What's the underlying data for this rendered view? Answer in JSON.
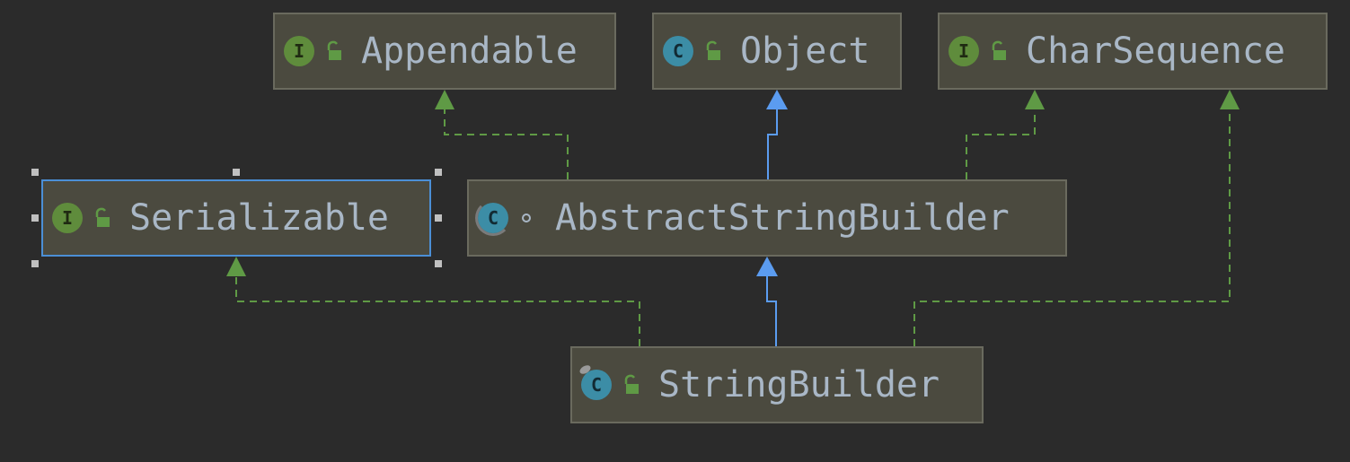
{
  "diagram": {
    "nodes": [
      {
        "id": "appendable",
        "label": "Appendable",
        "kind": "interface",
        "badge": "I",
        "visibility": "public-icon"
      },
      {
        "id": "object",
        "label": "Object",
        "kind": "class",
        "badge": "C",
        "visibility": "public-icon"
      },
      {
        "id": "charsequence",
        "label": "CharSequence",
        "kind": "interface",
        "badge": "I",
        "visibility": "public-icon"
      },
      {
        "id": "serializable",
        "label": "Serializable",
        "kind": "interface",
        "badge": "I",
        "visibility": "public-icon",
        "selected": true
      },
      {
        "id": "abstractstringbuilder",
        "label": "AbstractStringBuilder",
        "kind": "abstract-class",
        "badge": "C",
        "visibility": "package-private-icon"
      },
      {
        "id": "stringbuilder",
        "label": "StringBuilder",
        "kind": "final-class",
        "badge": "C",
        "visibility": "public-icon"
      }
    ],
    "edges": [
      {
        "from": "abstractstringbuilder",
        "to": "appendable",
        "type": "implements"
      },
      {
        "from": "abstractstringbuilder",
        "to": "object",
        "type": "extends"
      },
      {
        "from": "abstractstringbuilder",
        "to": "charsequence",
        "type": "implements"
      },
      {
        "from": "stringbuilder",
        "to": "serializable",
        "type": "implements"
      },
      {
        "from": "stringbuilder",
        "to": "abstractstringbuilder",
        "type": "extends"
      },
      {
        "from": "stringbuilder",
        "to": "charsequence",
        "type": "implements"
      }
    ],
    "colors": {
      "background": "#2b2b2b",
      "node_fill": "#4b4a3f",
      "node_border": "#6a6a5e",
      "selected_border": "#4b8fd6",
      "text": "#a9b7c6",
      "interface_badge": "#5f8c3c",
      "class_badge": "#3c8da6",
      "extends_edge": "#5b9cf0",
      "implements_edge": "#5f9a45",
      "lock": "#5f9a45"
    }
  }
}
